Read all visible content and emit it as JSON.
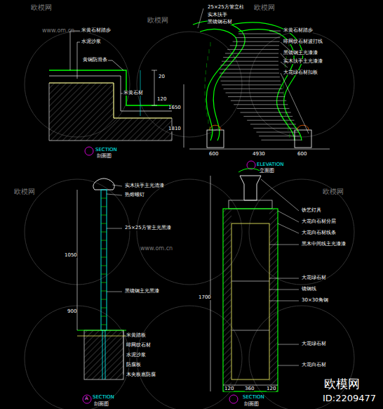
{
  "diagram": {
    "labels": [
      "米黄石材踏步",
      "水泥沙浆",
      "黄铜防滑条",
      "米黄石材",
      "20",
      "120",
      "SECTION",
      "剖面图",
      "25×25方管立柱",
      "实木扶手",
      "黑镜钢石材",
      "米黄石材踏步",
      "啡网纹石材波打线",
      "黑镜钢主光漆漆",
      "实木扶手主光漆漆",
      "大花绿石材扣板",
      "1650",
      "1810",
      "600",
      "4930",
      "600",
      "ELEVATION",
      "立面图",
      "实木扶手主光清漆",
      "热熔螺钉",
      "25×25方管主光黑漆",
      "黑镜钢主光黑漆",
      "米黄踏板",
      "啡网纹石材",
      "水泥沙浆",
      "防腐板",
      "木夹板底防腐",
      "1050",
      "900",
      "A",
      "SECTION",
      "剖面图",
      "铁艺灯具",
      "大花白石材分层",
      "大花白石材线条",
      "黑木中间线主光漆漆",
      "大花绿石材",
      "镜钢线",
      "30×30角钢",
      "大花绿石材",
      "大花白石材",
      "1700",
      "120",
      "360",
      "120",
      "SECTION",
      "剖面图",
      "欧模网",
      "欧模网",
      "欧模网",
      "欧模网",
      "欧模网",
      "www.om.cn",
      "www.om.cn",
      "欧模网",
      "ID:2209477"
    ]
  }
}
